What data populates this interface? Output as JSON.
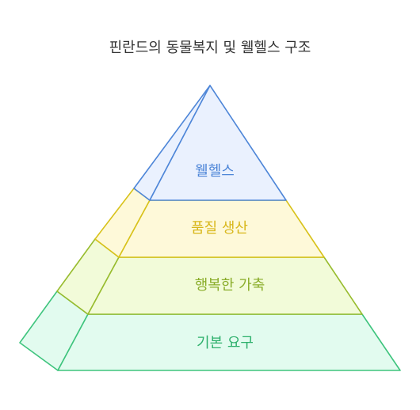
{
  "title": "핀란드의 동물복지 및 웰헬스 구조",
  "levels": [
    {
      "label": "웰헬스",
      "fill": "#eaf1fe",
      "side_fill": "#eaf1fe",
      "stroke": "#4e86d8",
      "text_color": "#4e86d8"
    },
    {
      "label": "품질 생산",
      "fill": "#fef9d9",
      "side_fill": "#fef9d9",
      "stroke": "#d8c21a",
      "text_color": "#d8b71a"
    },
    {
      "label": "행복한 가축",
      "fill": "#f2fbd9",
      "side_fill": "#f2fbd9",
      "stroke": "#98bc2e",
      "text_color": "#8aad2a"
    },
    {
      "label": "기본 요구",
      "fill": "#e2fbef",
      "side_fill": "#e2fbef",
      "stroke": "#3ec47d",
      "text_color": "#2eb06c"
    }
  ]
}
